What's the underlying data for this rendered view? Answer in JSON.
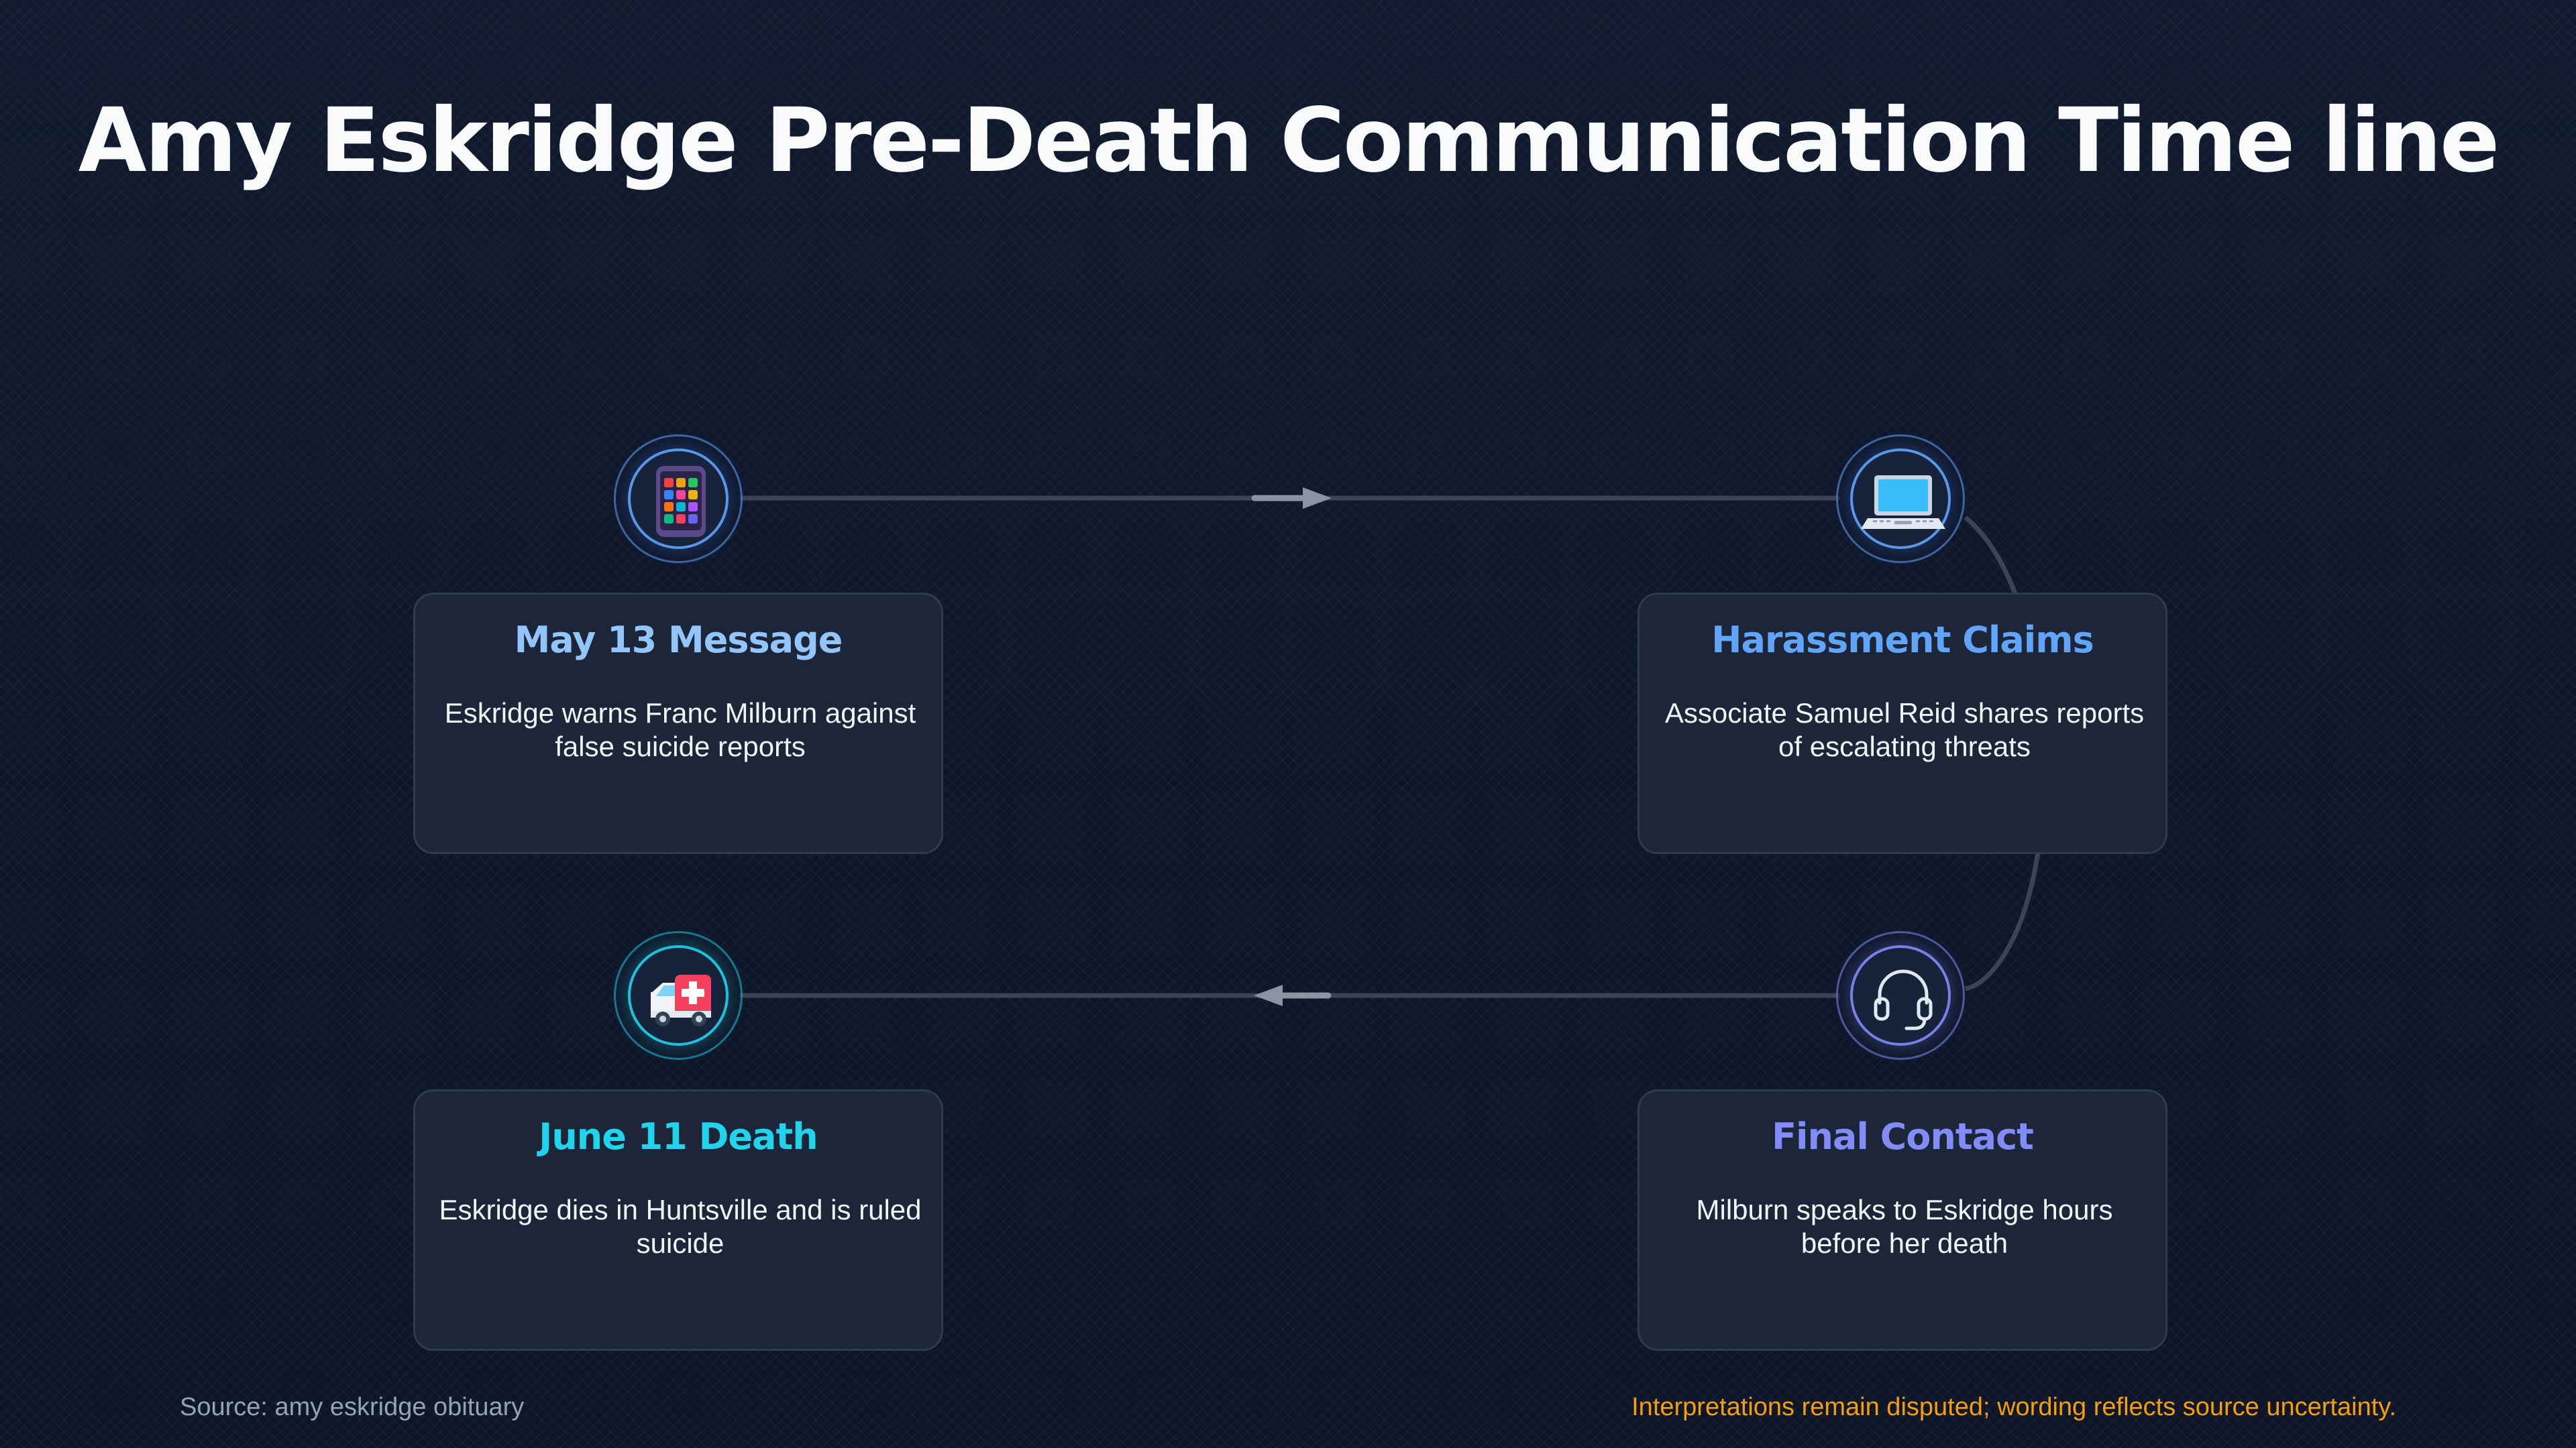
{
  "title": "Amy Eskridge Pre-Death Communication Time line",
  "colors": {
    "background": "#0f172a",
    "card": "#1c2638",
    "card_border": "#2d3a52",
    "connector": "#3b4456",
    "arrow": "#8a94a3",
    "note": "#f59e0b",
    "source": "#94a3b8"
  },
  "events": [
    {
      "title": "May 13 Message",
      "description": "Eskridge warns Franc Milburn against false suicide reports",
      "title_color": "#93c5fd",
      "icon": "mobile-app-grid-icon"
    },
    {
      "title": "Harassment Claims",
      "description": "Associate Samuel Reid shares reports of escalating threats",
      "title_color": "#60a5fa",
      "icon": "laptop-icon"
    },
    {
      "title": "Final Contact",
      "description": "Milburn speaks to Eskridge hours before her death",
      "title_color": "#818cf8",
      "icon": "headset-icon"
    },
    {
      "title": "June 11 Death",
      "description": "Eskridge dies in Huntsville and is ruled suicide",
      "title_color": "#22d3ee",
      "icon": "ambulance-icon"
    }
  ],
  "footer": {
    "source": "Source: amy eskridge obituary",
    "note": "Interpretations remain disputed; wording reflects source uncertainty."
  }
}
